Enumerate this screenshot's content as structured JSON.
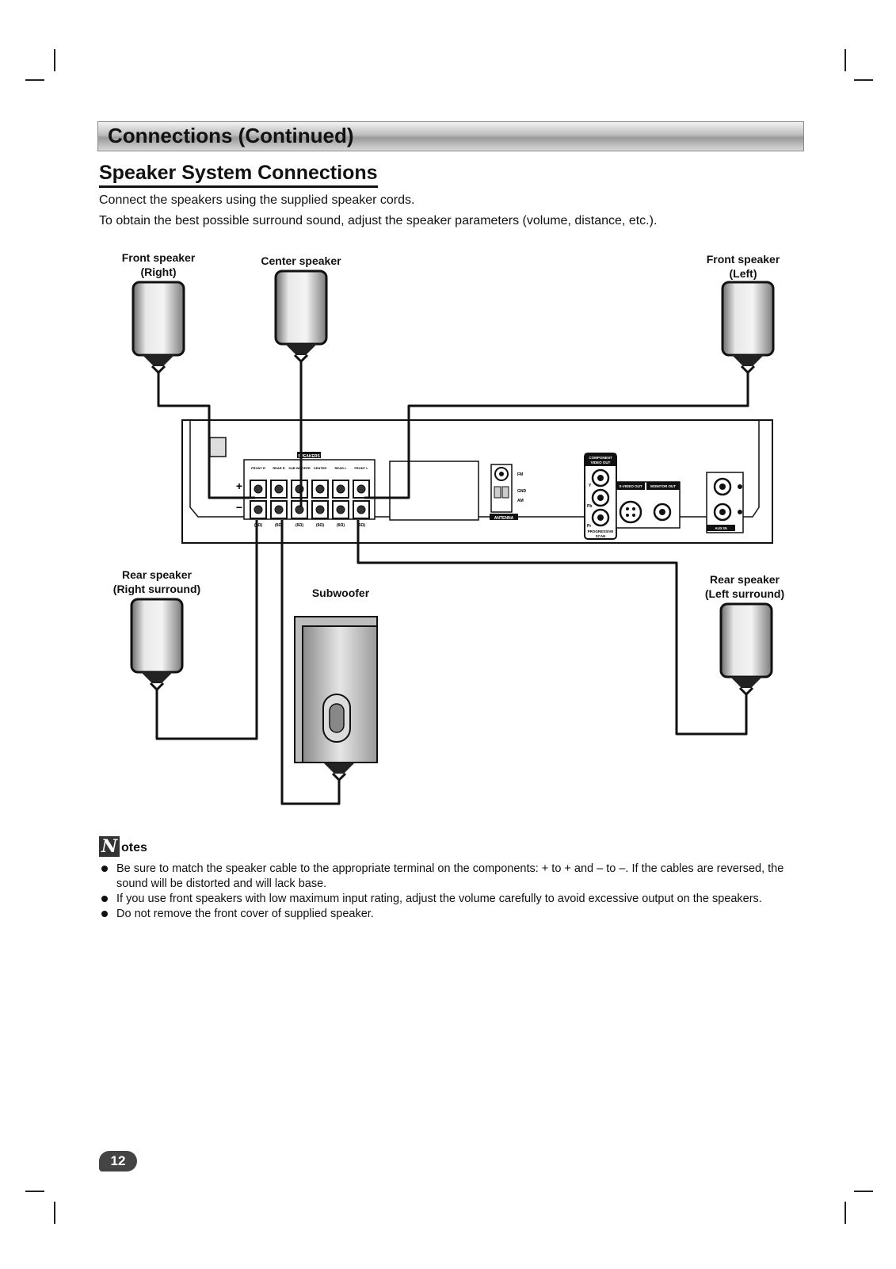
{
  "header": {
    "section_title": "Connections (Continued)",
    "subtitle": "Speaker System Connections"
  },
  "intro": [
    "Connect the speakers using the supplied speaker cords.",
    "To obtain the best possible surround sound, adjust the speaker parameters (volume, distance, etc.)."
  ],
  "diagram": {
    "front_right": [
      "Front speaker",
      "(Right)"
    ],
    "center": "Center speaker",
    "front_left": [
      "Front speaker",
      "(Left)"
    ],
    "rear_right": [
      "Rear speaker",
      "(Right surround)"
    ],
    "subwoofer": "Subwoofer",
    "rear_left": [
      "Rear speaker",
      "(Left surround)"
    ],
    "panel": {
      "speakers": "SPEAKERS",
      "terminals": [
        "FRONT R",
        "REAR R",
        "SUB WOOFER",
        "CENTER",
        "REAR L",
        "FRONT L"
      ],
      "impedance": [
        "(6Ω)",
        "(6Ω)",
        "(6Ω)",
        "(6Ω)",
        "(6Ω)",
        "(6Ω)"
      ],
      "antenna": "ANTENNA",
      "antenna_fm": "FM",
      "antenna_gnd": "GND",
      "antenna_am": "AM",
      "component_out": [
        "COMPONENT",
        "VIDEO OUT"
      ],
      "svideo_out": "S-VIDEO OUT",
      "monitor_out": "MONITOR OUT",
      "progressive": [
        "PROGRESSIVE",
        "SCAN"
      ],
      "comp_y": "Y",
      "comp_pb": "Pb",
      "comp_pr": "Pr",
      "aux_in": "AUX IN",
      "plus": "+",
      "minus": "−"
    }
  },
  "notes": {
    "label": "otes",
    "icon_letter": "N",
    "items": [
      "Be sure to match the speaker cable to the appropriate terminal on the components: + to + and – to –. If the cables are reversed, the sound will be distorted  and will lack base.",
      "If you use front speakers with low maximum input rating, adjust the volume carefully to avoid excessive output on the speakers.",
      "Do not remove the front cover of supplied speaker."
    ]
  },
  "page_number": "12"
}
